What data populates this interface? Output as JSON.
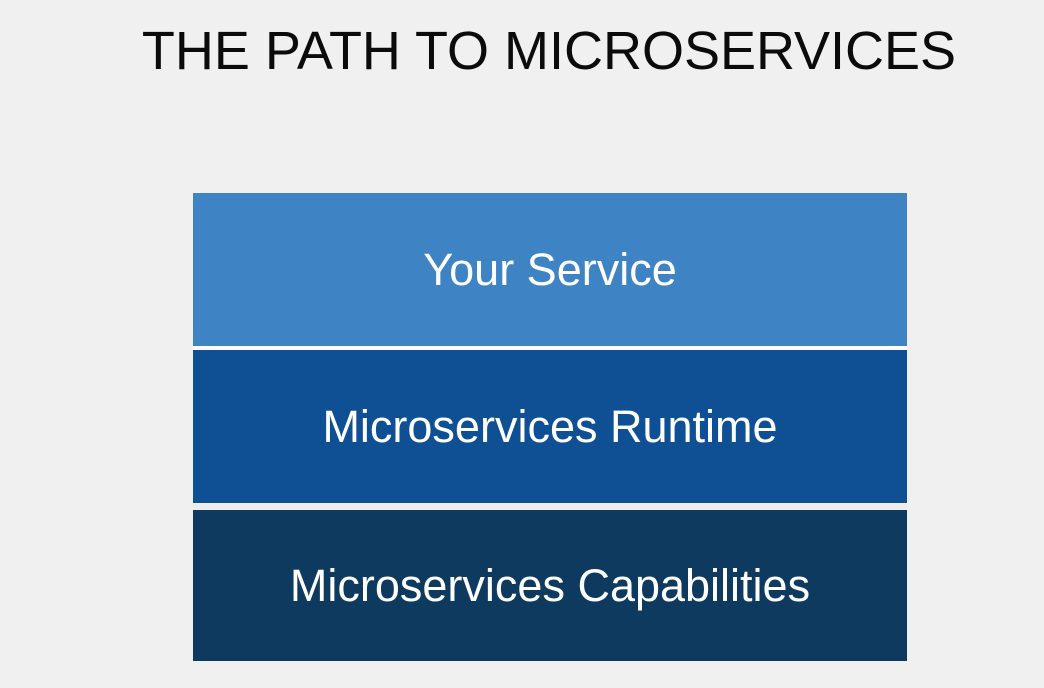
{
  "page": {
    "background_color": "#f0f0f1"
  },
  "slide": {
    "title": "THE PATH TO MICROSERVICES",
    "title_color": "#0b0b0b"
  },
  "diagram": {
    "type": "stacked-layers",
    "layers": [
      {
        "label": "Your Service",
        "color": "#3e84c4",
        "text_color": "#ffffff"
      },
      {
        "label": "Microservices Runtime",
        "color": "#0f5094",
        "text_color": "#ffffff"
      },
      {
        "label": "Microservices Capabilities",
        "color": "#0d3a5e",
        "text_color": "#ffffff"
      }
    ],
    "divider_colors": [
      "#fafafa",
      "#ededee"
    ]
  }
}
